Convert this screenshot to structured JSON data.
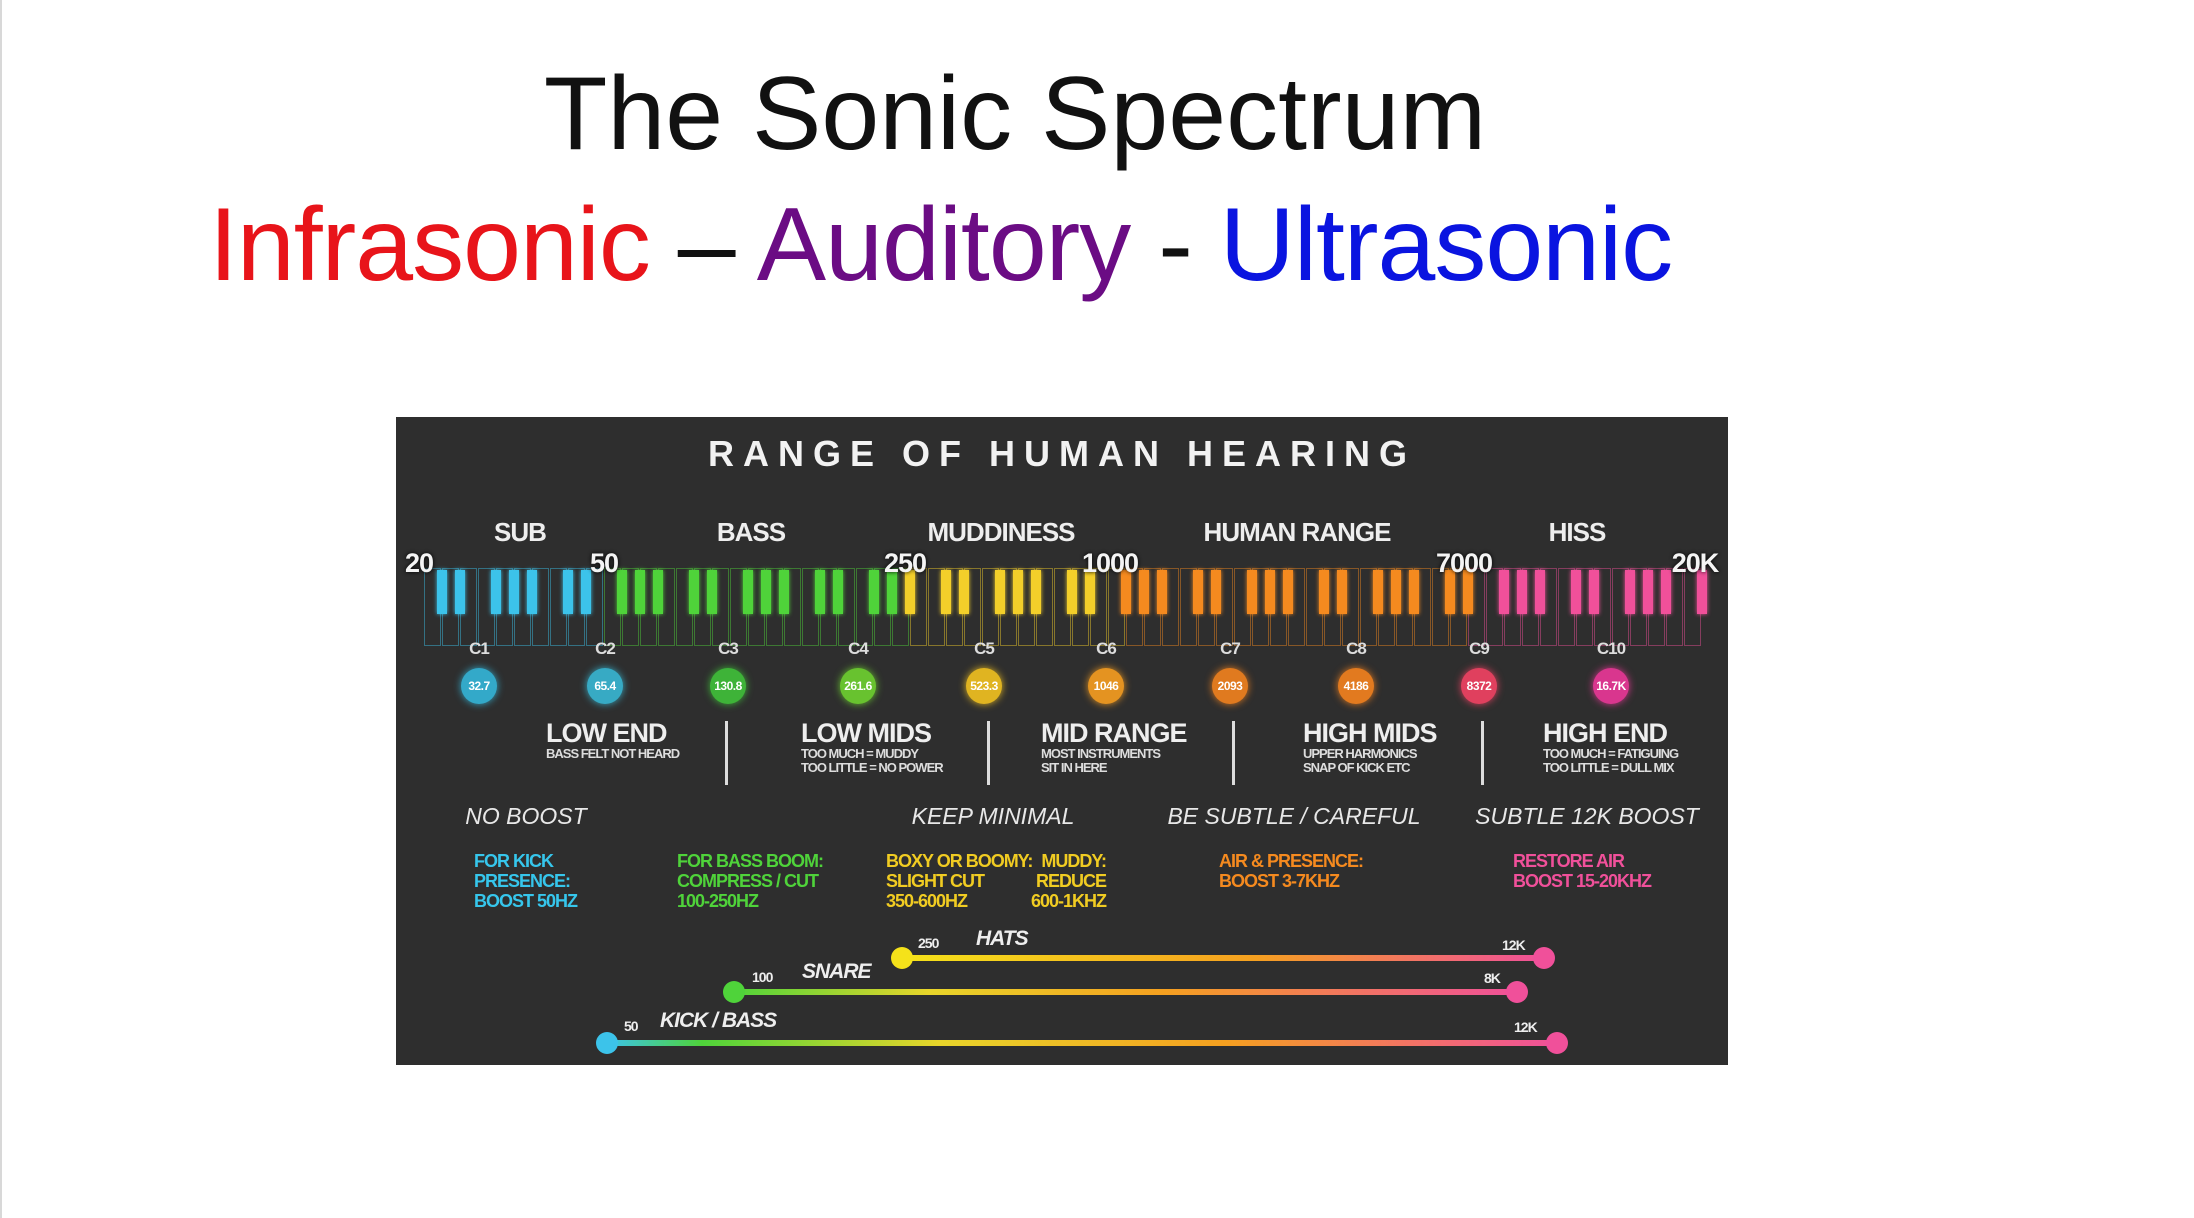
{
  "slide": {
    "title": "The Sonic Spectrum",
    "subtitle": [
      {
        "text": "Infrasonic",
        "color": "#e8141a"
      },
      {
        "text": " – ",
        "color": "#111111"
      },
      {
        "text": "Auditory",
        "color": "#6b0c84"
      },
      {
        "text": " - ",
        "color": "#111111"
      },
      {
        "text": "Ultrasonic",
        "color": "#0a14e0"
      }
    ]
  },
  "infographic": {
    "heading": "RANGE OF HUMAN HEARING",
    "bands": [
      "SUB",
      "BASS",
      "MUDDINESS",
      "HUMAN RANGE",
      "HISS"
    ],
    "frequencies": [
      "20",
      "50",
      "250",
      "1000",
      "7000",
      "20K"
    ],
    "band_colors": [
      "#3cc3ea",
      "#4fd33a",
      "#f3cf2a",
      "#f58a1f",
      "#f0509a"
    ],
    "notes": [
      {
        "name": "C1",
        "freq": "32.7",
        "color": "#33a9c9"
      },
      {
        "name": "C2",
        "freq": "65.4",
        "color": "#37aac4"
      },
      {
        "name": "C3",
        "freq": "130.8",
        "color": "#3eb338"
      },
      {
        "name": "C4",
        "freq": "261.6",
        "color": "#68c22f"
      },
      {
        "name": "C5",
        "freq": "523.3",
        "color": "#e0b421"
      },
      {
        "name": "C6",
        "freq": "1046",
        "color": "#e49321"
      },
      {
        "name": "C7",
        "freq": "2093",
        "color": "#e07a1f"
      },
      {
        "name": "C8",
        "freq": "4186",
        "color": "#e27a1f"
      },
      {
        "name": "C9",
        "freq": "8372",
        "color": "#e0405e"
      },
      {
        "name": "C10",
        "freq": "16.7K",
        "color": "#d9368e"
      }
    ],
    "sections": [
      {
        "title": "LOW END",
        "lines": [
          "BASS FELT NOT HEARD"
        ]
      },
      {
        "title": "LOW MIDS",
        "lines": [
          "TOO MUCH = MUDDY",
          "TOO LITTLE = NO POWER"
        ]
      },
      {
        "title": "MID RANGE",
        "lines": [
          "MOST INSTRUMENTS",
          "SIT IN HERE"
        ]
      },
      {
        "title": "HIGH MIDS",
        "lines": [
          "UPPER HARMONICS",
          "SNAP OF KICK ETC"
        ]
      },
      {
        "title": "HIGH END",
        "lines": [
          "TOO MUCH = FATIGUING",
          "TOO LITTLE = DULL MIX"
        ]
      }
    ],
    "advice": [
      "NO BOOST",
      "KEEP MINIMAL",
      "BE SUBTLE / CAREFUL",
      "SUBTLE 12K BOOST"
    ],
    "tips": [
      {
        "lines": [
          "FOR KICK",
          "PRESENCE:",
          "BOOST 50HZ"
        ],
        "color": "#36c6ec"
      },
      {
        "lines": [
          "FOR BASS BOOM:",
          "COMPRESS / CUT",
          "100-250HZ"
        ],
        "color": "#4fd33a"
      },
      {
        "lines": [
          "BOXY OR BOOMY:",
          "SLIGHT CUT",
          "350-600HZ"
        ],
        "color": "#f1cc22"
      },
      {
        "lines": [
          "MUDDY:",
          "REDUCE",
          "600-1KHZ"
        ],
        "color": "#f1cc22"
      },
      {
        "lines": [
          "AIR & PRESENCE:",
          "BOOST 3-7KHZ"
        ],
        "color": "#f58a1f"
      },
      {
        "lines": [
          "RESTORE AIR",
          "BOOST 15-20KHZ"
        ],
        "color": "#f0509a"
      }
    ],
    "ranges": [
      {
        "name": "HATS",
        "low": "250",
        "high": "12K",
        "start_color": "#f5e21a",
        "end_color": "#f0509a"
      },
      {
        "name": "SNARE",
        "low": "100",
        "high": "8K",
        "start_color": "#4fd33a",
        "end_color": "#f0509a"
      },
      {
        "name": "KICK / BASS",
        "low": "50",
        "high": "12K",
        "start_color": "#3cc3ea",
        "end_color": "#f0509a"
      }
    ]
  }
}
